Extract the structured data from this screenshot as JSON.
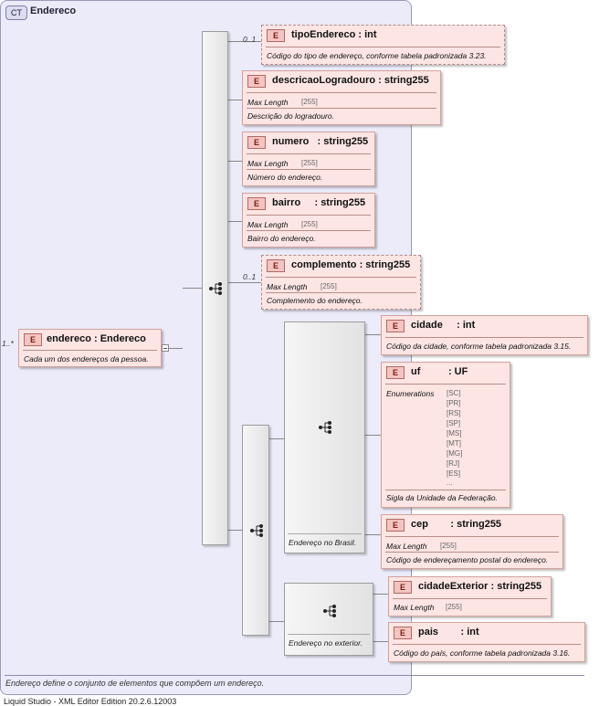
{
  "root": {
    "occurs": "1..*",
    "badge": "E",
    "name": "endereco",
    "type": ": Endereco",
    "description": "Cada um dos endereços da pessoa."
  },
  "complex_type": {
    "badge": "CT",
    "name": "Endereco",
    "description": "Endereço define o conjunto de elementos que compõem um endereço."
  },
  "elements": {
    "tipoEndereco": {
      "occurs": "0..1",
      "name": "tipoEndereco",
      "type": ": int",
      "description": "Código do tipo de endereço, conforme tabela padronizada 3.23."
    },
    "descricaoLogradouro": {
      "name": "descricaoLogradouro",
      "type": ": string255",
      "facet_label": "Max Length",
      "facet_value": "[255]",
      "description": "Descrição do logradouro."
    },
    "numero": {
      "name": "numero",
      "type": ": string255",
      "facet_label": "Max Length",
      "facet_value": "[255]",
      "description": "Número do endereço."
    },
    "bairro": {
      "name": "bairro",
      "type": ": string255",
      "facet_label": "Max Length",
      "facet_value": "[255]",
      "description": "Bairro do endereço."
    },
    "complemento": {
      "occurs": "0..1",
      "name": "complemento",
      "type": ": string255",
      "facet_label": "Max Length",
      "facet_value": "[255]",
      "description": "Complemento do endereço."
    },
    "cidade": {
      "name": "cidade",
      "type": ": int",
      "description": "Código da cidade, conforme tabela padronizada 3.15."
    },
    "uf": {
      "name": "uf",
      "type": ": UF",
      "facet_label": "Enumerations",
      "enumerations": [
        "[SC]",
        "[PR]",
        "[RS]",
        "[SP]",
        "[MS]",
        "[MT]",
        "[MG]",
        "[RJ]",
        "[ES]",
        "..."
      ],
      "description": "Sigla da Unidade da Federação."
    },
    "cep": {
      "name": "cep",
      "type": ": string255",
      "facet_label": "Max Length",
      "facet_value": "[255]",
      "description": "Código de endereçamento postal do endereço."
    },
    "cidadeExterior": {
      "name": "cidadeExterior",
      "type": ": string255",
      "facet_label": "Max Length",
      "facet_value": "[255]"
    },
    "pais": {
      "name": "pais",
      "type": ": int",
      "description": "Código do país, conforme tabela padronizada 3.16."
    }
  },
  "sequences": {
    "brasil": "Endereço no Brasil.",
    "exterior": "Endereço no exterior."
  },
  "badge_label": "E",
  "footer": "Liquid Studio - XML Editor Edition 20.2.6.12003"
}
